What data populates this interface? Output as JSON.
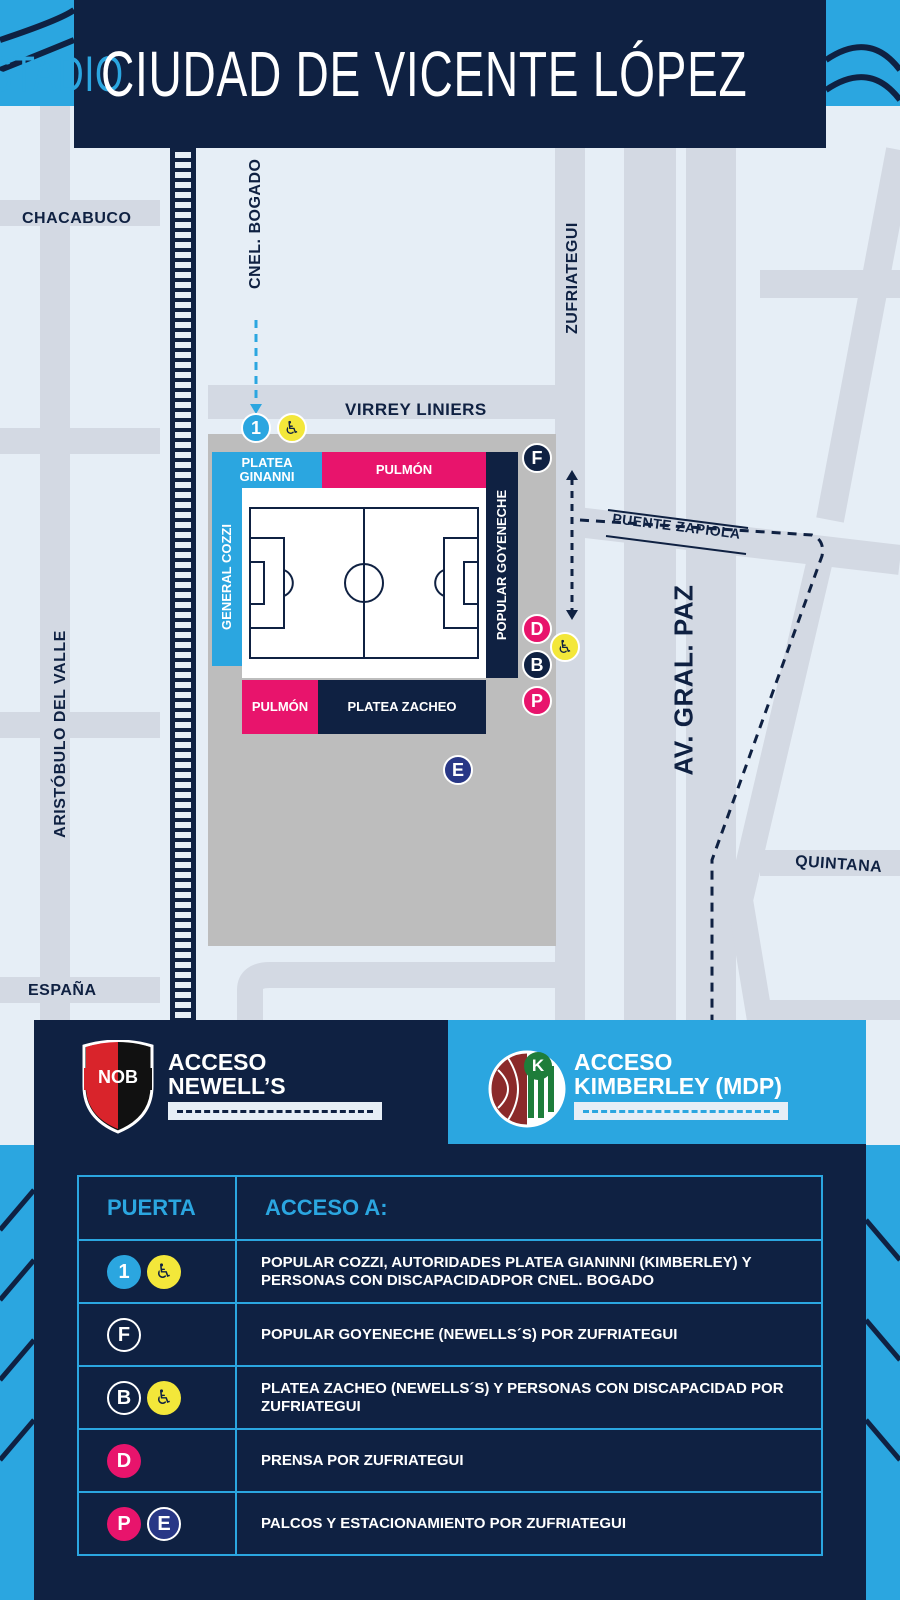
{
  "header": {
    "word1": "ESTADIO",
    "word2": "CIUDAD DE VICENTE LÓPEZ"
  },
  "streets": {
    "chacabuco": "CHACABUCO",
    "cnel_bogado": "CNEL. BOGADO",
    "virrey_liniers": "VIRREY LINIERS",
    "zufriategui": "ZUFRIATEGUI",
    "puente_zapiola": "PUENTE ZAPIOLA",
    "av_gral_paz": "AV. GRAL. PAZ",
    "aristobulo": "ARISTÓBULO DEL VALLE",
    "quintana": "QUINTANA",
    "espana": "ESPAÑA"
  },
  "stands": {
    "platea_ginanni": "PLATEA GINANNI",
    "pulmon_top": "PULMÓN",
    "general_cozzi": "GENERAL COZZI",
    "popular_goyeneche": "POPULAR GOYENECHE",
    "pulmon_bottom": "PULMÓN",
    "platea_zacheo": "PLATEA ZACHEO"
  },
  "map_gates": {
    "g1": "1",
    "gF": "F",
    "gD": "D",
    "gB": "B",
    "gP": "P",
    "gE": "E"
  },
  "access": {
    "newells": {
      "line1": "ACCESO",
      "line2": "NEWELL’S",
      "badge": "NOB"
    },
    "kimberley": {
      "line1": "ACCESO",
      "line2": "KIMBERLEY (MDP)",
      "badge": "K"
    }
  },
  "legend": {
    "header_gate": "PUERTA",
    "header_access": "ACCESO A:",
    "rows": [
      {
        "gates": [
          "1",
          "♿"
        ],
        "text": "POPULAR COZZI, AUTORIDADES PLATEA GIANINNI (KIMBERLEY) Y PERSONAS CON DISCAPACIDADPOR CNEL. BOGADO"
      },
      {
        "gates": [
          "F"
        ],
        "text": "POPULAR GOYENECHE (NEWELLS´S) POR ZUFRIATEGUI"
      },
      {
        "gates": [
          "B",
          "♿"
        ],
        "text": "PLATEA ZACHEO (NEWELLS´S) Y PERSONAS CON DISCAPACIDAD POR ZUFRIATEGUI"
      },
      {
        "gates": [
          "D"
        ],
        "text": "PRENSA POR ZUFRIATEGUI"
      },
      {
        "gates": [
          "P",
          "E"
        ],
        "text": "PALCOS Y ESTACIONAMIENTO POR ZUFRIATEGUI"
      }
    ]
  },
  "icons": {
    "accessibility": "wheelchair-icon"
  },
  "colors": {
    "navy": "#0f2142",
    "blue": "#2ba6e0",
    "pink": "#e8146c",
    "yellow": "#f3e73a",
    "indigo": "#283786"
  }
}
